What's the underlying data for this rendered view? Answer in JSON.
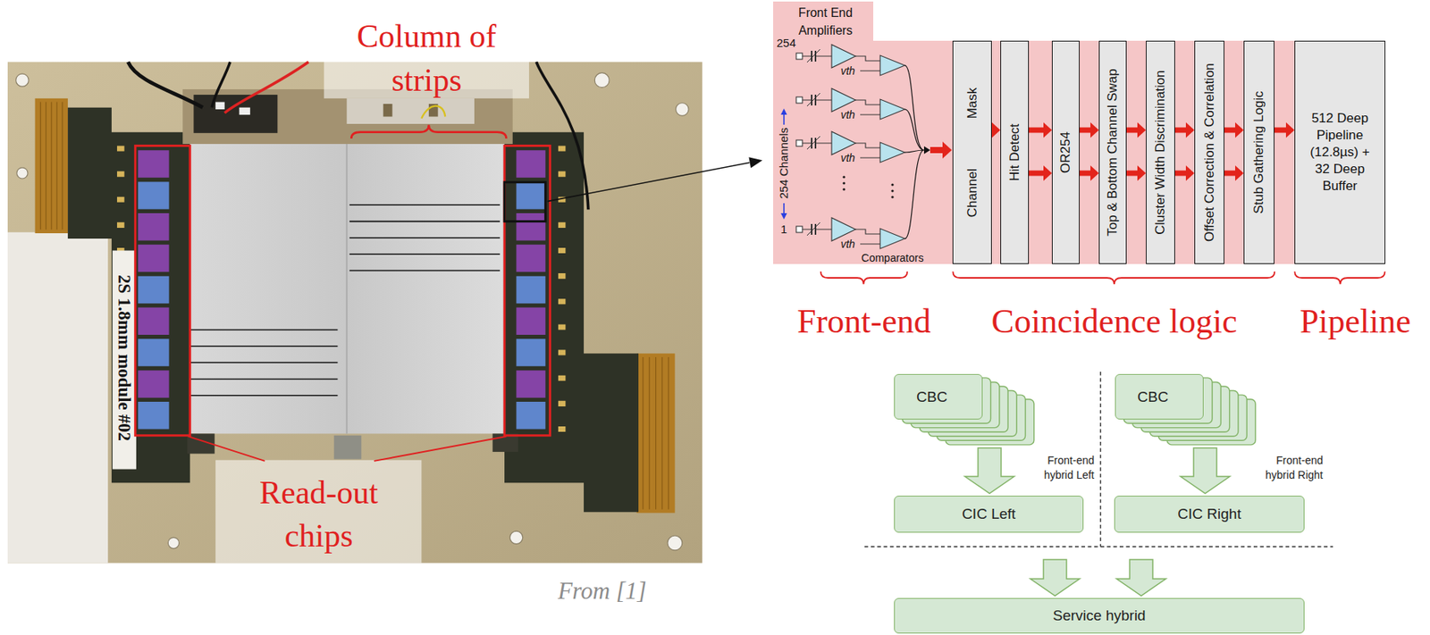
{
  "diagram": {
    "nodes": [
      {
        "text": [
          "Front End Amplifiers"
        ]
      },
      {
        "text": [
          "Channel Mask"
        ],
        "in": 0
      },
      {
        "text": [
          "Hit Detect"
        ],
        "in": 0
      },
      {
        "text": [
          "OR254"
        ],
        "in": 0
      },
      {
        "text": [
          "Top & Bottom Channel Swap"
        ],
        "in": 0
      },
      {
        "text": [
          "Cluster Width Discrimination"
        ],
        "in": 0
      },
      {
        "text": [
          "Offset Correction & Correlation"
        ],
        "in": 0
      },
      {
        "text": [
          "Stub Gathering Logic"
        ],
        "in": 0
      },
      {
        "text": [
          "512 Deep Pipeline (12.8µs) + 32 Deep Buffer"
        ]
      },
      {
        "text": [
          "CBC"
        ]
      },
      {
        "text": [
          "CBC"
        ]
      },
      {
        "text": [
          "CIC Left"
        ]
      },
      {
        "text": [
          "CIC Right"
        ]
      },
      {
        "text": [
          "Service hybrid"
        ]
      }
    ],
    "edges": [
      {
        "from": 1,
        "to": 2,
        "arrow": "to"
      },
      {
        "from": 2,
        "to": 3,
        "arrow": "to"
      },
      {
        "from": 2,
        "to": 3,
        "arrow": "to"
      },
      {
        "from": 3,
        "to": 4,
        "arrow": "to"
      },
      {
        "from": 3,
        "to": 4,
        "arrow": "to"
      },
      {
        "from": 4,
        "to": 5,
        "arrow": "to"
      },
      {
        "from": 4,
        "to": 5,
        "arrow": "to"
      },
      {
        "from": 5,
        "to": 6,
        "arrow": "to"
      },
      {
        "from": 5,
        "to": 6,
        "arrow": "to"
      },
      {
        "from": 6,
        "to": 7,
        "arrow": "to"
      },
      {
        "from": 6,
        "to": 7,
        "arrow": "to"
      },
      {
        "from": 7,
        "to": 8,
        "arrow": "to"
      },
      {
        "from": 9,
        "to": 11,
        "arrow": "to"
      },
      {
        "from": 10,
        "to": 12,
        "arrow": "to"
      },
      {
        "from": 11,
        "to": 13,
        "arrow": "to"
      },
      {
        "from": 12,
        "to": 13,
        "arrow": "to"
      }
    ],
    "labels": [
      "Column of strips",
      "Read-out chips",
      "2S 1.8mm module #02",
      "From [1]",
      "254",
      "254 Channels",
      "1",
      "vth",
      "vth",
      "vth",
      "vth",
      "Comparators",
      "Front-end",
      "Coincidence logic",
      "Pipeline",
      "Front-end hybrid Left",
      "Front-end hybrid Right"
    ]
  }
}
